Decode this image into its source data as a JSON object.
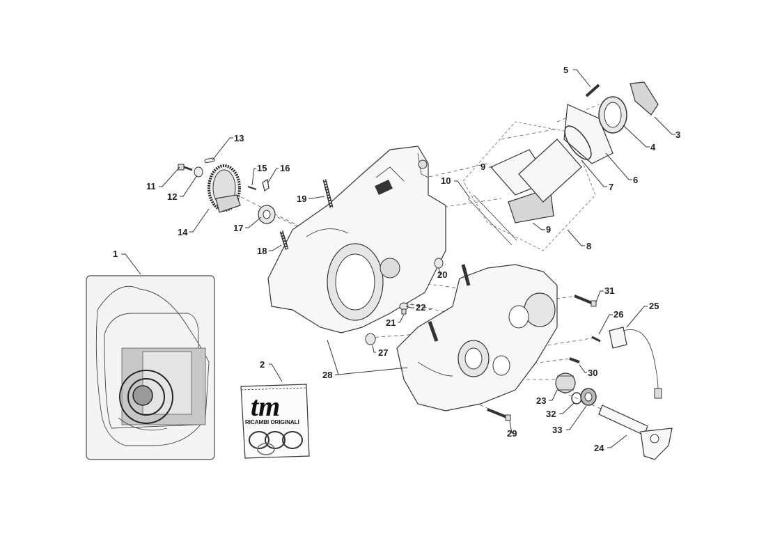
{
  "callouts": [
    "1",
    "2",
    "3",
    "4",
    "5",
    "6",
    "7",
    "8",
    "9",
    "9",
    "10",
    "11",
    "12",
    "13",
    "14",
    "15",
    "16",
    "17",
    "18",
    "19",
    "20",
    "21",
    "22",
    "23",
    "24",
    "25",
    "26",
    "27",
    "28",
    "29",
    "30",
    "31",
    "32",
    "33"
  ],
  "kit": {
    "logo_text": "tm",
    "subtitle": "RICAMBI ORIGINALI"
  },
  "colors": {
    "line": "#333333",
    "part_fill": "#f7f7f7",
    "shade": "#d6d6d6",
    "kit_box": "#f4f4f4",
    "background": "#ffffff"
  }
}
